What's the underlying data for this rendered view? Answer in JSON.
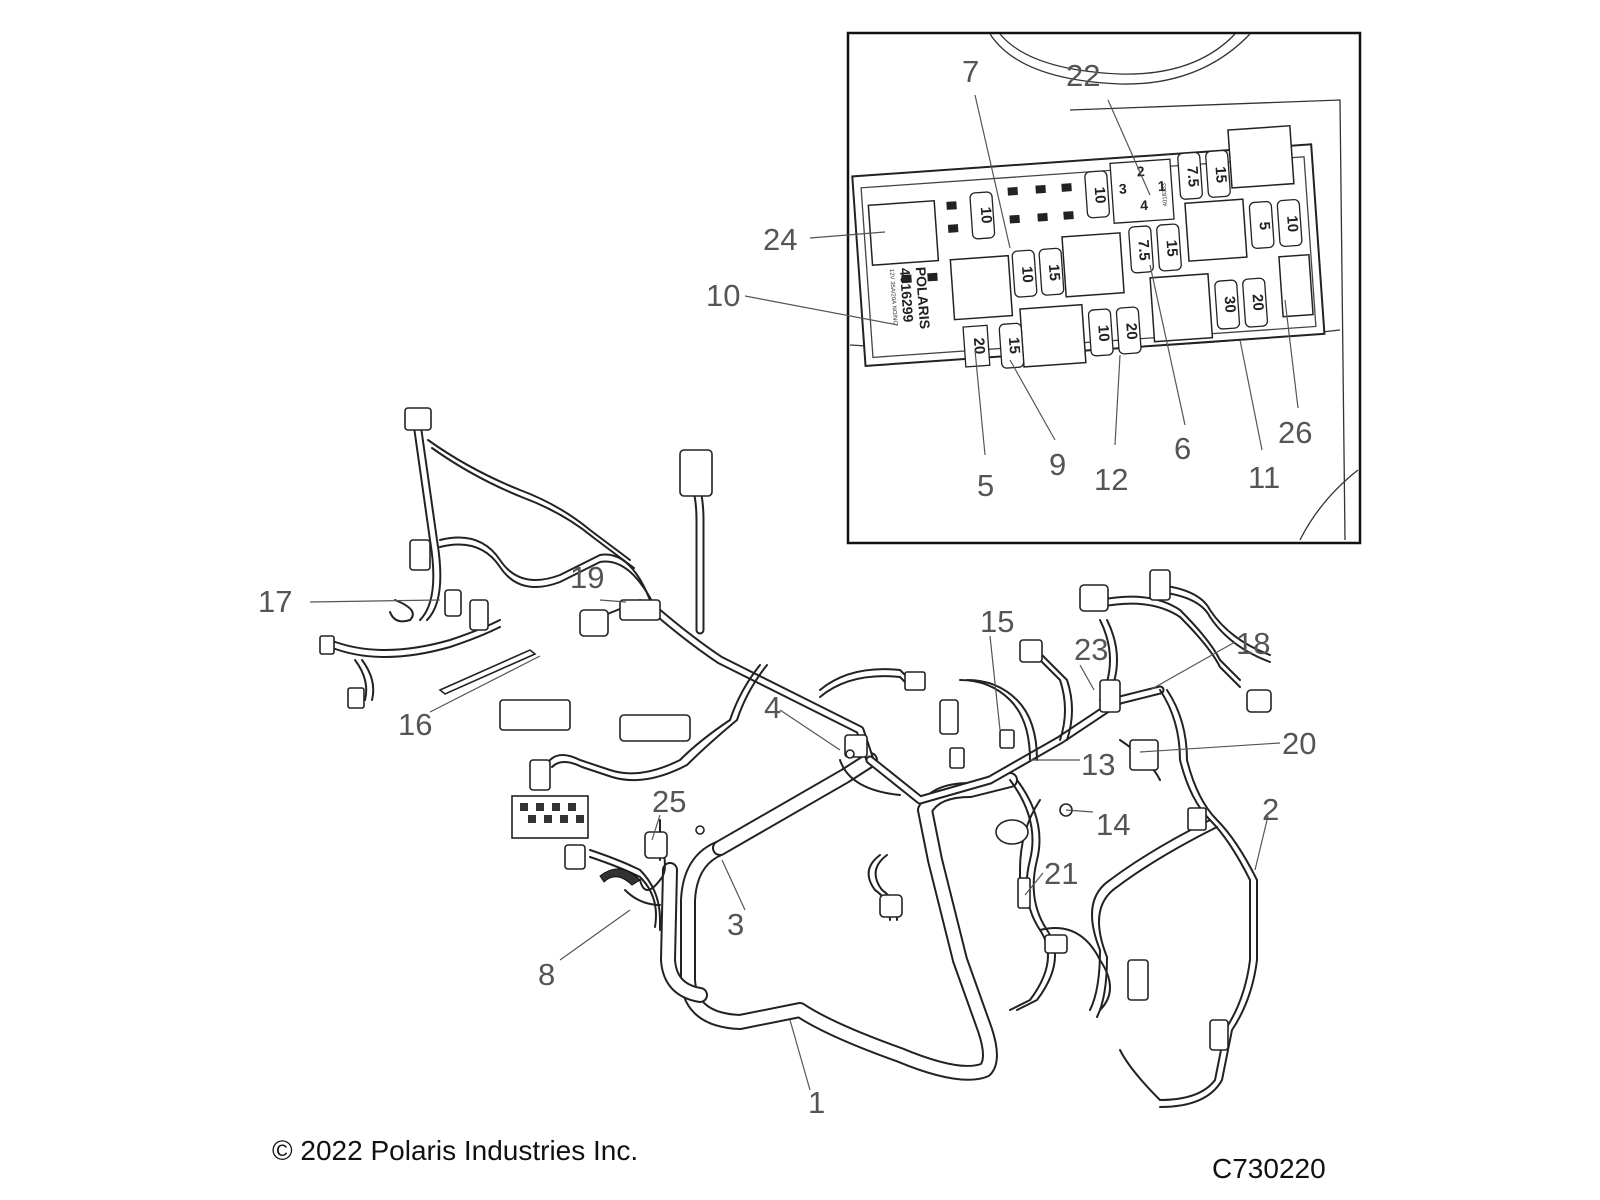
{
  "callouts": {
    "c1": "1",
    "c2": "2",
    "c3": "3",
    "c4": "4",
    "c5": "5",
    "c6": "6",
    "c7": "7",
    "c8": "8",
    "c9": "9",
    "c10": "10",
    "c11": "11",
    "c12": "12",
    "c13": "13",
    "c14": "14",
    "c15": "15",
    "c16": "16",
    "c17": "17",
    "c18": "18",
    "c19": "19",
    "c20": "20",
    "c21": "21",
    "c22": "22",
    "c23": "23",
    "c24": "24",
    "c25": "25",
    "c26": "26"
  },
  "fuse_box": {
    "label_brand": "POLARIS",
    "label_part": "4016299",
    "label_rating": "12V 35A/20A NO/NC",
    "relay_part": "4018333",
    "relay_pins": [
      "2",
      "1",
      "3",
      "4"
    ],
    "fuses": {
      "f10_a": "10",
      "f10_b": "10",
      "f7_5_a": "7.5",
      "f15_a": "15",
      "f10_c": "10",
      "f15_b": "15",
      "f7_5_b": "7.5",
      "f15_c": "15",
      "f5": "5",
      "f10_d": "10",
      "f20_a": "20",
      "f15_d": "15",
      "f10_e": "10",
      "f20_b": "20",
      "f30": "30",
      "f20_c": "20"
    }
  },
  "footer": {
    "copyright": "© 2022 Polaris Industries Inc.",
    "figure_code": "C730220"
  }
}
